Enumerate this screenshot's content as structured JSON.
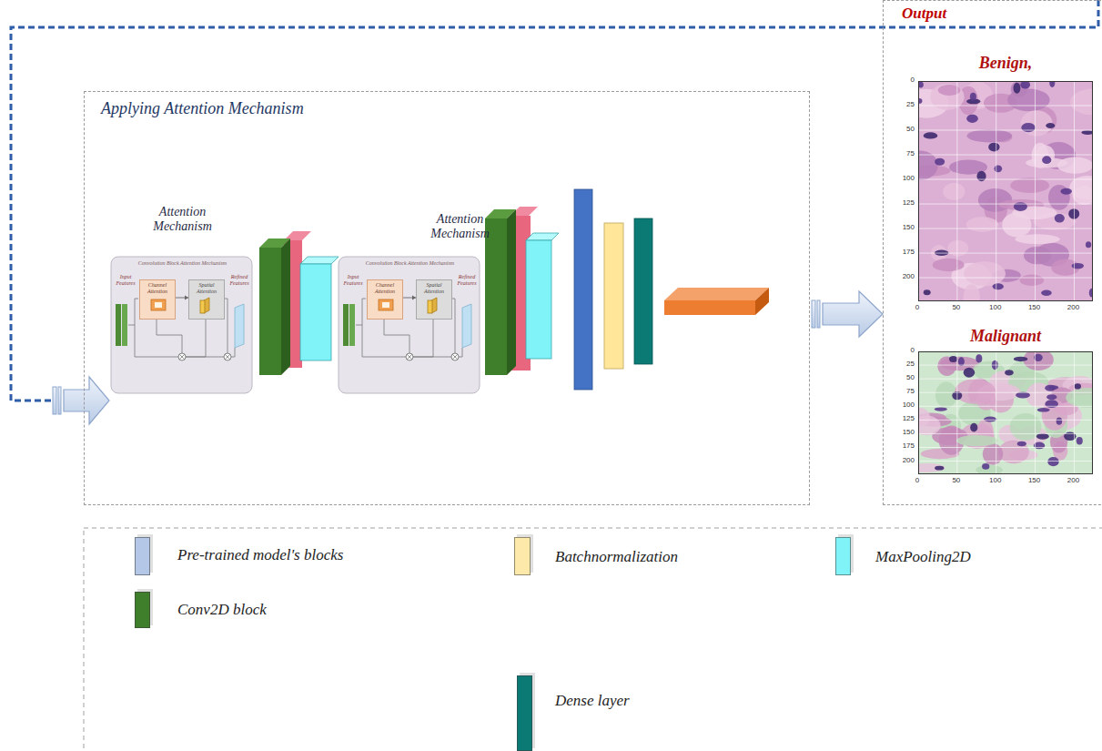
{
  "diagram": {
    "nodes": [
      {
        "text": [
          "Applying Attention Mechanism"
        ]
      },
      {
        "text": [
          "Attention Mechanism",
          "Convolution Block Attention Mechanism",
          "Input Features",
          "Refined Features"
        ],
        "in": 0
      },
      {
        "text": [
          "Channel Attention"
        ],
        "in": 1
      },
      {
        "text": [
          "Spatial Attention"
        ],
        "in": 1
      },
      {
        "text": [
          "Attention Mechanism",
          "Convolution Block Attention Mechanism",
          "Input Features",
          "Refined Features"
        ],
        "in": 0
      },
      {
        "text": [
          "Channel Attention"
        ],
        "in": 4
      },
      {
        "text": [
          "Spatial Attention"
        ],
        "in": 4
      },
      {
        "text": [
          "Output"
        ]
      },
      {
        "text": [
          "Benign,"
        ],
        "in": 7
      },
      {
        "text": [
          "Malignant"
        ],
        "in": 7
      }
    ],
    "edges": [
      {
        "from": 2,
        "to": 3,
        "arrow": "to"
      },
      {
        "from": 5,
        "to": 6,
        "arrow": "to"
      },
      {
        "from": 0,
        "to": 7,
        "arrow": "to"
      }
    ],
    "labels": [
      "0",
      "25",
      "50",
      "75",
      "100",
      "125",
      "150",
      "175",
      "200",
      "0",
      "50",
      "100",
      "150",
      "200",
      "0",
      "25",
      "50",
      "75",
      "100",
      "125",
      "150",
      "175",
      "200",
      "0",
      "50",
      "100",
      "150",
      "200"
    ],
    "legend": [
      {
        "text": "Pre-trained model's blocks",
        "color": "#b4c7e7"
      },
      {
        "text": "Batchnormalization",
        "color": "#fde9a9"
      },
      {
        "text": "MaxPooling2D",
        "color": "#7ff3f7"
      },
      {
        "text": "Conv2D block",
        "color": "#3f7f2c"
      },
      {
        "text": "Dense layer",
        "color": "#0b7a75"
      }
    ]
  }
}
